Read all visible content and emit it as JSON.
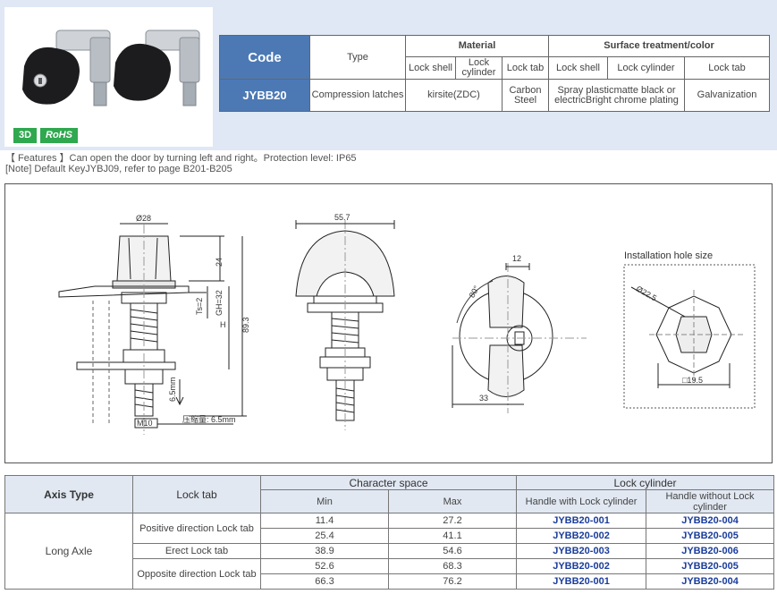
{
  "badges": {
    "three_d": "3D",
    "rohs": "RoHS"
  },
  "spec": {
    "code_header": "Code",
    "type_header": "Type",
    "material_header": "Material",
    "surface_header": "Surface treatment/color",
    "sub": {
      "lock_shell": "Lock shell",
      "lock_cylinder": "Lock cylinder",
      "lock_tab": "Lock tab",
      "surf_lock_shell": "Lock shell",
      "surf_lock_cylinder": "Lock cylinder",
      "surf_lock_tab": "Lock tab"
    },
    "row": {
      "code": "JYBB20",
      "type": "Compression latches",
      "material_shell_cylinder": "kirsite(ZDC)",
      "material_tab": "Carbon Steel",
      "surface_shell_cylinder": "Spray plasticmatte black or electricBright chrome plating",
      "surface_tab": "Galvanization"
    }
  },
  "features": "【 Features 】Can open the door by turning left and right。Protection level: IP65",
  "note": "[Note] Default KeyJYBJ09, refer to page B201-B205",
  "drawing": {
    "dim_d28": "Ø28",
    "dim_24": "24",
    "dim_ts": "Ts=2",
    "dim_gh": "GH=32",
    "dim_h": "H",
    "dim_89": "89.3",
    "dim_6_5": "6.5mm",
    "dim_m10": "M10",
    "compression": "压缩量: 6.5mm",
    "dim_55_7": "55.7",
    "dim_12": "12",
    "dim_80": "80°",
    "dim_33": "33",
    "install_title": "Installation hole size",
    "dim_22_5": "Ø22.5",
    "dim_19_5": "□19.5"
  },
  "lock_table": {
    "axis_type": "Axis Type",
    "lock_tab": "Lock tab",
    "char_space": "Character space",
    "lock_cylinder": "Lock cylinder",
    "min": "Min",
    "max": "Max",
    "with_cyl": "Handle with Lock cylinder",
    "without_cyl": "Handle without Lock cylinder",
    "axle_label": "Long Axle",
    "group_positive": "Positive direction Lock tab",
    "group_erect": "Erect Lock tab",
    "group_opposite": "Opposite direction Lock tab",
    "rows": [
      {
        "min": "11.4",
        "max": "27.2",
        "with": "JYBB20-001",
        "without": "JYBB20-004"
      },
      {
        "min": "25.4",
        "max": "41.1",
        "with": "JYBB20-002",
        "without": "JYBB20-005"
      },
      {
        "min": "38.9",
        "max": "54.6",
        "with": "JYBB20-003",
        "without": "JYBB20-006"
      },
      {
        "min": "52.6",
        "max": "68.3",
        "with": "JYBB20-002",
        "without": "JYBB20-005"
      },
      {
        "min": "66.3",
        "max": "76.2",
        "with": "JYBB20-001",
        "without": "JYBB20-004"
      }
    ]
  },
  "colors": {
    "accent": "#4c79b4",
    "band": "#dfe8f4",
    "model_text": "#1a3d9c",
    "badge_green": "#2fa84f"
  }
}
